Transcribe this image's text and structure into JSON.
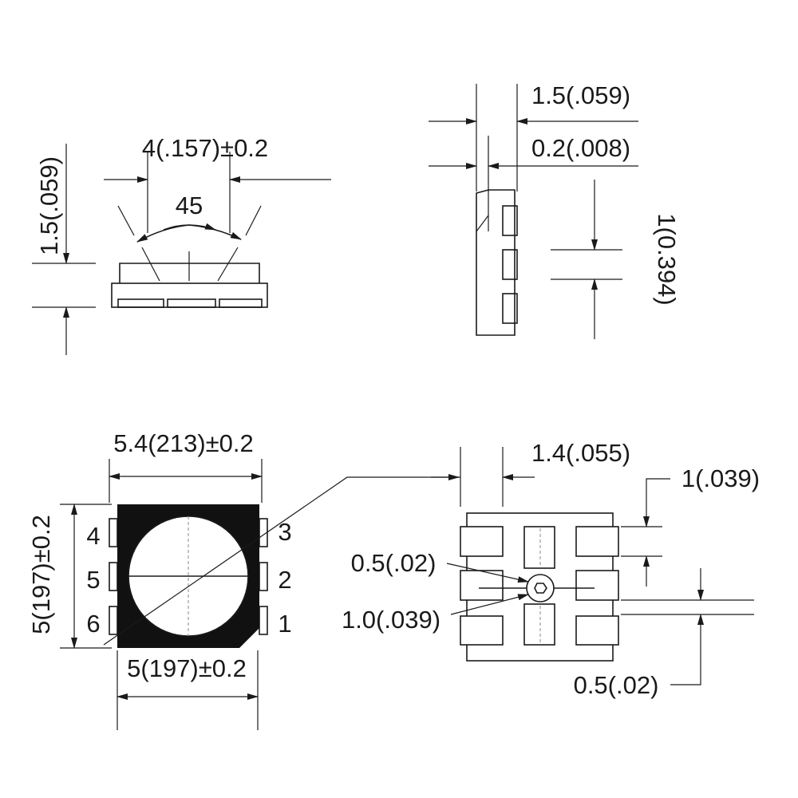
{
  "front_view": {
    "width_dim": "4(.157)±0.2",
    "angle": "45",
    "height_dim": "1.5(.059)"
  },
  "side_view": {
    "thickness_dim": "1.5(.059)",
    "lip_dim": "0.2(.008)",
    "pad_gap_dim": "1(0.394)"
  },
  "top_view": {
    "width_dim": "5.4(213)±0.2",
    "height_dim": "5(197)±0.2",
    "body_width_dim": "5(197)±0.2",
    "pins_left": [
      "4",
      "5",
      "6"
    ],
    "pins_right": [
      "3",
      "2",
      "1"
    ]
  },
  "footprint_view": {
    "pad_spacing_dim": "1.4(.055)",
    "pad_height_dim": "1(.039)",
    "inner_dim": "0.5(.02)",
    "circle_dim": "1.0(.039)",
    "pad_gap_dim": "0.5(.02)"
  }
}
